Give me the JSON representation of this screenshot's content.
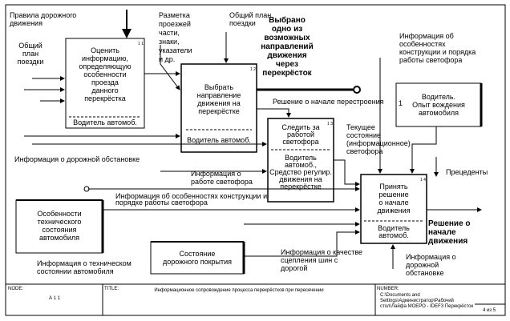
{
  "diagram": {
    "labels": {
      "traffic_rules": [
        "Правила дорожного",
        "движения"
      ],
      "general_plan_left": [
        "Общий",
        "план",
        "поездки"
      ],
      "road_markings": [
        "Разметка",
        "проезжей",
        "части,",
        "знаки,",
        "указатели",
        "и др."
      ],
      "general_plan_top": [
        "Общий план",
        "поездки"
      ],
      "chosen_direction": [
        "Выбрано",
        "одно из",
        "возможных",
        "направлений",
        "движения",
        "через",
        "перекрёсток"
      ],
      "signal_info_right": [
        "Информация об",
        "особенностях",
        "конструкции и порядка",
        "работы светофора"
      ],
      "start_decision_small": "Решение о начале перестроения",
      "current_state": [
        "Текущее",
        "состояние",
        "(информационное)",
        "светофора"
      ],
      "road_situation": "Информация о дорожной обстановке",
      "signal_work_info": [
        "Информация о",
        "работе светофора"
      ],
      "precedents": "Прецеденты",
      "signal_info_bottom": [
        "Информация об особенностях конструкции и",
        "порядке работы светофора"
      ],
      "tech_state_info": [
        "Информация о техническом",
        "состоянии автомобиля"
      ],
      "grip_info": [
        "Информация о качестве",
        "сцепления шин с",
        "дорогой"
      ],
      "start_decision": [
        "Решение о",
        "начале",
        "движения"
      ],
      "road_info": [
        "Информация о",
        "дорожной",
        "обстановке"
      ]
    },
    "boxes": {
      "assess": {
        "num": "1 1",
        "title": [
          "Оценить",
          "информацию,",
          "определяющую",
          "особенности",
          "проезда",
          "данного",
          "перекрёстка"
        ],
        "mech": "Водитель автомоб."
      },
      "choose": {
        "num": "1 2",
        "title": [
          "Выбрать",
          "направление",
          "движения на",
          "перекрёстке"
        ],
        "mech": "Водитель автомоб."
      },
      "watch": {
        "num": "1 3",
        "title": [
          "Следить за",
          "работой",
          "светофора"
        ],
        "mech": [
          "Водитель",
          "автомоб.,",
          "Средство регулир.",
          "движения на",
          "перекрёстке"
        ]
      },
      "decide": {
        "num": "1 4",
        "title": [
          "Принять",
          "решение",
          "о начале",
          "движения"
        ],
        "mech": [
          "Водитель",
          "автомоб."
        ]
      },
      "driver": {
        "num": "1",
        "title": [
          "Водитель.",
          "Опыт вождения",
          "автомобиля"
        ]
      },
      "features": {
        "title": [
          "Особенности",
          "технического",
          "состояния",
          "автомобиля"
        ]
      },
      "road": {
        "title": [
          "Состояние",
          "дорожного покрытия"
        ]
      }
    },
    "footer": {
      "node_label": "NODE:",
      "node_value": "А 1 1",
      "title_label": "TITLE:",
      "title_value": "Информационное сопровождение процесса перекрёстков при пересечении",
      "number_label": "NUMBER:",
      "number_value": [
        "C:\\Documents and",
        "Settings\\Администратор\\Рабочий",
        "стол\\Лайфа МОЕРО - IDEF3 Перекрёсток"
      ],
      "page_value": "4 из 5"
    }
  }
}
